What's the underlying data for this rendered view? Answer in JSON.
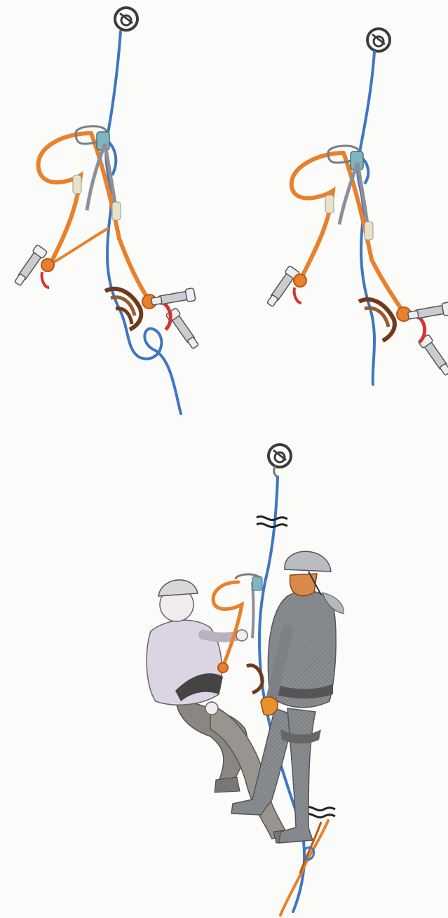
{
  "figure": {
    "panels": [
      {
        "id": "rigging-with-tied-off-rope"
      },
      {
        "id": "rigging-rope-through"
      },
      {
        "id": "rescue-scene"
      }
    ],
    "colors": {
      "rope_blue": "#3f76c2",
      "rope_orange": "#e8802c",
      "metal_gray": "#8d9096",
      "trigger_red": "#d5332d",
      "anchor_dark": "#4a4a4a",
      "knot_brown": "#8a4a22",
      "clothing_gray": "#8a8d92",
      "victim_lilac": "#dcd4e2"
    },
    "icons": [
      "anchor-bolt-icon",
      "rope-break-icon"
    ]
  }
}
